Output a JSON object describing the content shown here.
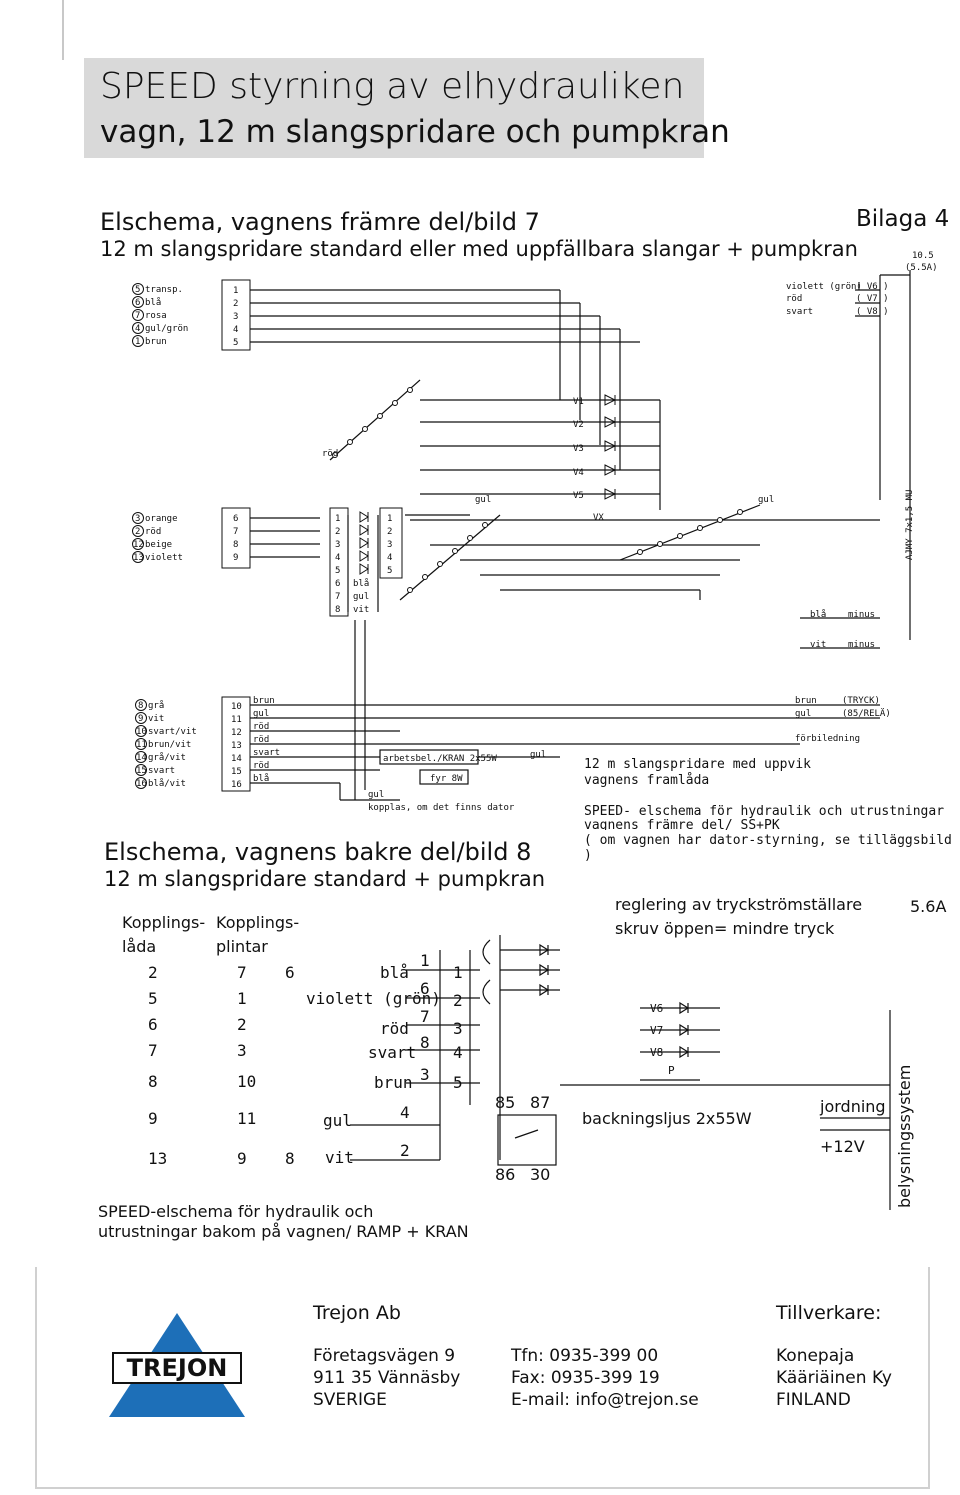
{
  "header": {
    "title_line1": "SPEED styrning av elhydrauliken",
    "title_line2": "vagn, 12 m slangspridare och pumpkran"
  },
  "front": {
    "heading": "Elschema, vagnens främre del/bild 7",
    "subheading": "12 m slangspridare standard eller med uppfällbara slangar + pumpkran",
    "bilaga": "Bilaga 4",
    "fuse_top": "10.5",
    "fuse_bottom": "(5.5A)",
    "left_group1": [
      {
        "num": "5",
        "label": "transp."
      },
      {
        "num": "6",
        "label": "blå"
      },
      {
        "num": "7",
        "label": "rosa"
      },
      {
        "num": "4",
        "label": "gul/grön"
      },
      {
        "num": "1",
        "label": "brun"
      }
    ],
    "term_group1": [
      "1",
      "2",
      "3",
      "4",
      "5"
    ],
    "right_top": [
      {
        "label": "violett (grön)",
        "valve": "( V6 )"
      },
      {
        "label": "röd",
        "valve": "( V7 )"
      },
      {
        "label": "svart",
        "valve": "( V8 )"
      }
    ],
    "valves": [
      "V1",
      "V2",
      "V3",
      "V4",
      "V5"
    ],
    "vx": "VX",
    "rod_label": "röd",
    "gul_label_a": "gul",
    "gul_label_b": "gul",
    "left_group2": [
      {
        "num": "3",
        "label": "orange"
      },
      {
        "num": "2",
        "label": "röd"
      },
      {
        "num": "12",
        "label": "beige"
      },
      {
        "num": "13",
        "label": "violett"
      }
    ],
    "term_group2": [
      "6",
      "7",
      "8",
      "9"
    ],
    "diode_left": [
      "1",
      "2",
      "3",
      "4",
      "5",
      "6",
      "7",
      "8"
    ],
    "diode_right": [
      "1",
      "2",
      "3",
      "4",
      "5"
    ],
    "diode_colors": [
      "blå",
      "gul",
      "vit"
    ],
    "cable_label": "AJMY 7x1,5 MU",
    "bla_minus": {
      "color": "blå",
      "label": "minus"
    },
    "vit_minus": {
      "color": "vit",
      "label": "minus"
    },
    "left_group3": [
      {
        "num": "8",
        "label": "grå"
      },
      {
        "num": "9",
        "label": "vit"
      },
      {
        "num": "10",
        "label": "svart/vit"
      },
      {
        "num": "11",
        "label": "brun/vit"
      },
      {
        "num": "14",
        "label": "grå/vit"
      },
      {
        "num": "15",
        "label": "svart"
      },
      {
        "num": "16",
        "label": "blå/vit"
      }
    ],
    "term_group3": [
      "10",
      "11",
      "12",
      "13",
      "14",
      "15",
      "16"
    ],
    "wire_colors3": [
      "brun",
      "gul",
      "röd",
      "röd",
      "svart",
      "röd",
      "blå"
    ],
    "arbetsbel": "arbetsbel./KRAN 2x55W",
    "fyr": "fyr 8W",
    "gul_small": "gul",
    "gul_mid": "gul",
    "kopplas": "kopplas, om det finns dator",
    "brun_tryck": {
      "color": "brun",
      "label": "(TRYCK)"
    },
    "gul_rela": {
      "color": "gul",
      "label": "(85/RELÄ)"
    },
    "forbiledning": "förbiledning",
    "note1_line1": "12 m slangspridare med uppvik",
    "note1_line2": "vagnens framlåda",
    "note2_line1": "SPEED- elschema för hydraulik och utrustningar",
    "note2_line2": "vagnens främre del/ SS+PK",
    "note2_line3": "( om vagnen har dator-styrning, se tilläggsbild )"
  },
  "back": {
    "heading": "Elschema, vagnens bakre del/bild 8",
    "subheading": "12 m slangspridare standard + pumpkran",
    "col1_header_a": "Kopplings-",
    "col1_header_b": "låda",
    "col2_header_a": "Kopplings-",
    "col2_header_b": "plintar",
    "rows": [
      {
        "a": "2",
        "b": "7",
        "c": "6"
      },
      {
        "a": "5",
        "b": "1",
        "c": ""
      },
      {
        "a": "6",
        "b": "2",
        "c": ""
      },
      {
        "a": "7",
        "b": "3",
        "c": ""
      },
      {
        "a": "8",
        "b": "10",
        "c": ""
      },
      {
        "a": "9",
        "b": "11",
        "c": ""
      },
      {
        "a": "13",
        "b": "9",
        "c": "8"
      }
    ],
    "wires": [
      {
        "color": "blå",
        "n": "1",
        "t": "1"
      },
      {
        "color": "violett (grön)",
        "n": "6",
        "t": "2"
      },
      {
        "color": "röd",
        "n": "7",
        "t": "3"
      },
      {
        "color": "svart",
        "n": "8",
        "t": "4"
      },
      {
        "color": "brun",
        "n": "3",
        "t": "5"
      },
      {
        "color": "gul",
        "n": "4",
        "t": ""
      },
      {
        "color": "vit",
        "n": "2",
        "t": ""
      }
    ],
    "regl_line1": "reglering av tryckströmställare",
    "regl_line2": "skruv öppen= mindre tryck",
    "fuse": "5.6A",
    "valves": [
      "V6",
      "V7",
      "V8"
    ],
    "p": "P",
    "relay": [
      "85",
      "87",
      "86",
      "30"
    ],
    "backning": "backningsljus 2x55W",
    "jordning": "jordning",
    "plus12": "+12V",
    "belysning": "belysningssystem",
    "speed_line1": "SPEED-elschema för hydraulik och",
    "speed_line2": "utrustningar bakom på vagnen/ RAMP + KRAN"
  },
  "footer": {
    "company": "Trejon Ab",
    "logo_text": "TREJON",
    "addr1": "Företagsvägen 9",
    "addr2": "911 35 Vännäsby",
    "addr3": "SVERIGE",
    "tel": "Tfn: 0935-399 00",
    "fax": "Fax: 0935-399 19",
    "email": "E-mail: info@trejon.se",
    "maker_label": "Tillverkare:",
    "maker1": "Konepaja",
    "maker2": "Kääriäinen Ky",
    "maker3": "FINLAND"
  }
}
